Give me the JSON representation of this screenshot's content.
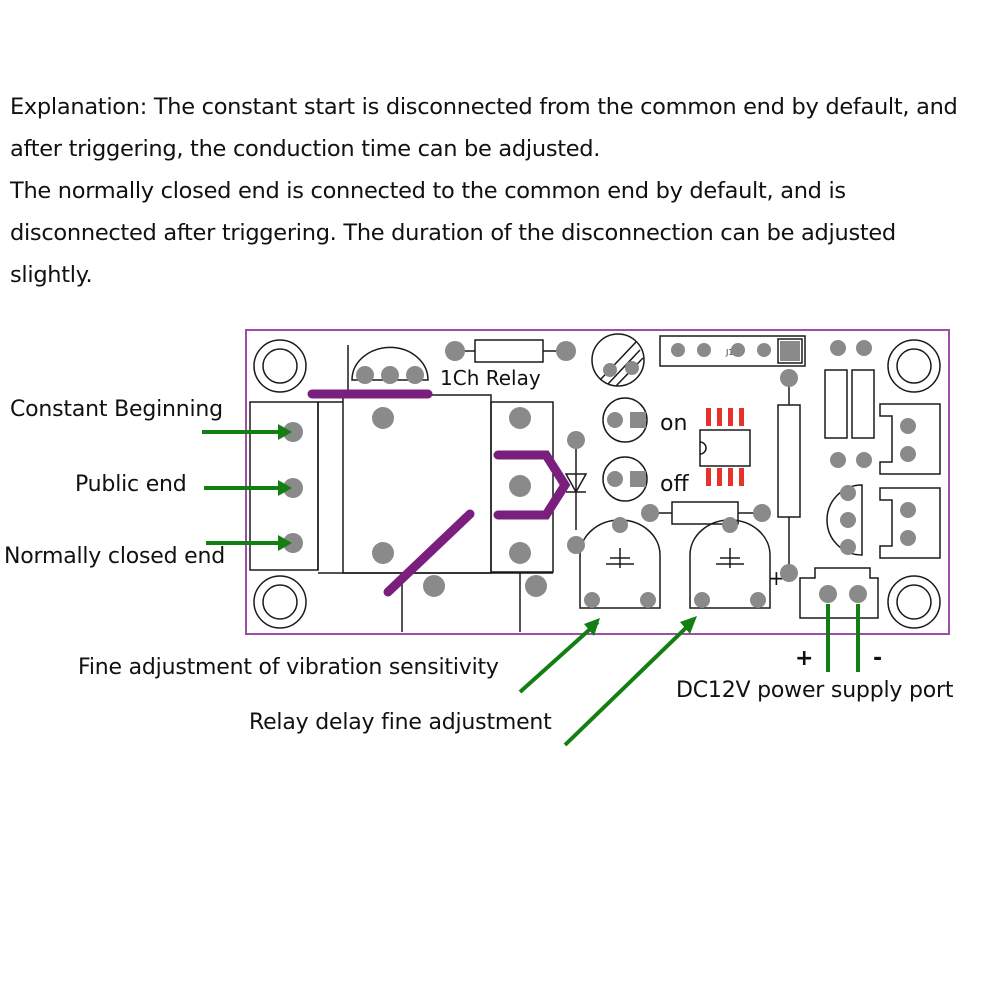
{
  "explanation": {
    "line1": "Explanation: The constant start is disconnected from the common end by default, and",
    "line2": "after triggering, the conduction time can be adjusted.",
    "line3": "The normally closed end is connected to the common end by default, and is",
    "line4": "disconnected after triggering. The duration of the disconnection can be adjusted",
    "line5": "slightly."
  },
  "labels": {
    "constant_beginning": "Constant Beginning",
    "public_end": "Public end",
    "normally_closed_end": "Normally closed end",
    "vibration_sensitivity": "Fine adjustment of vibration sensitivity",
    "relay_delay": "Relay delay fine adjustment",
    "power_port": "DC12V power supply port",
    "plus": "+",
    "minus": "-"
  },
  "board": {
    "title": "1Ch  Relay",
    "on": "on",
    "off": "off",
    "j1": "J1",
    "cap_plus": "+"
  },
  "colors": {
    "board_outline": "#9b4fa6",
    "pcb_lines": "#1a1a1a",
    "pads": "#8a8a8a",
    "trace": "#7b1f7f",
    "leader": "#137f13",
    "led_marks": "#e8312a"
  }
}
